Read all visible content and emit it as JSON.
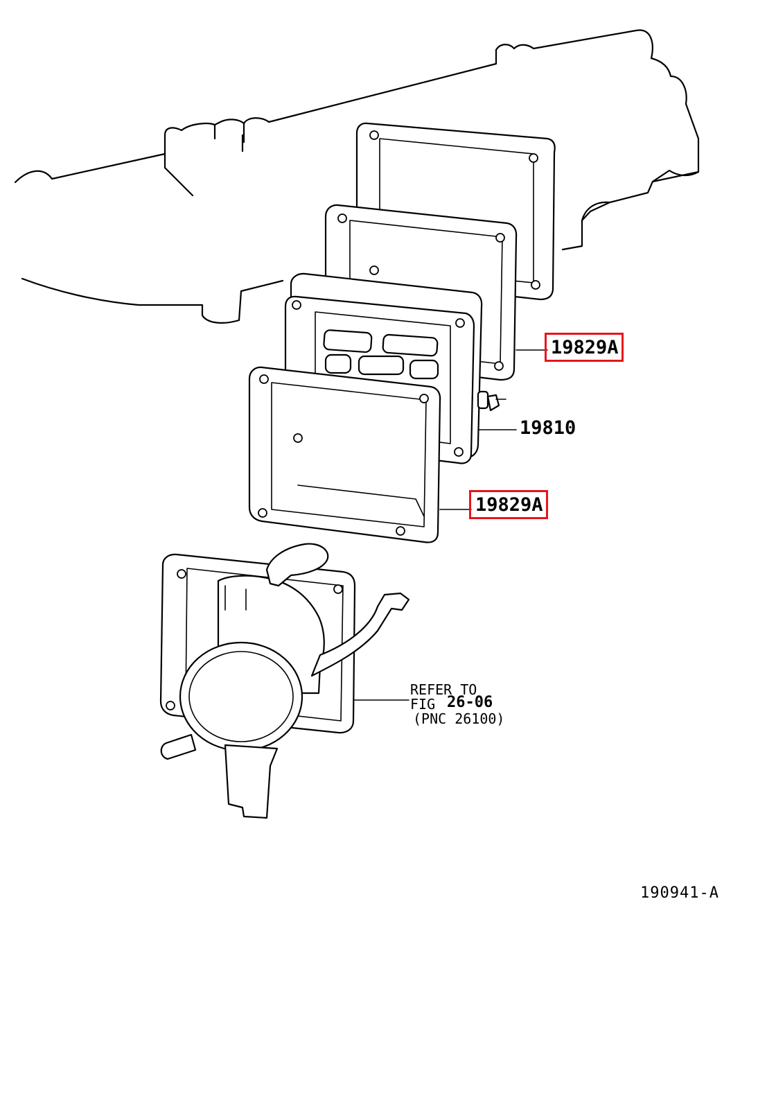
{
  "callouts": {
    "part_upper": "19829A",
    "part_middle": "19810",
    "part_lower": "19829A"
  },
  "reference": {
    "line1": "REFER TO",
    "line2_prefix": "FIG",
    "line2_fig": "26-06",
    "line3": "(PNC 26100)"
  },
  "illustration_code": "190941-A",
  "colors": {
    "highlight_box": "#e8141c",
    "line_art": "#000000",
    "background": "#ffffff"
  }
}
